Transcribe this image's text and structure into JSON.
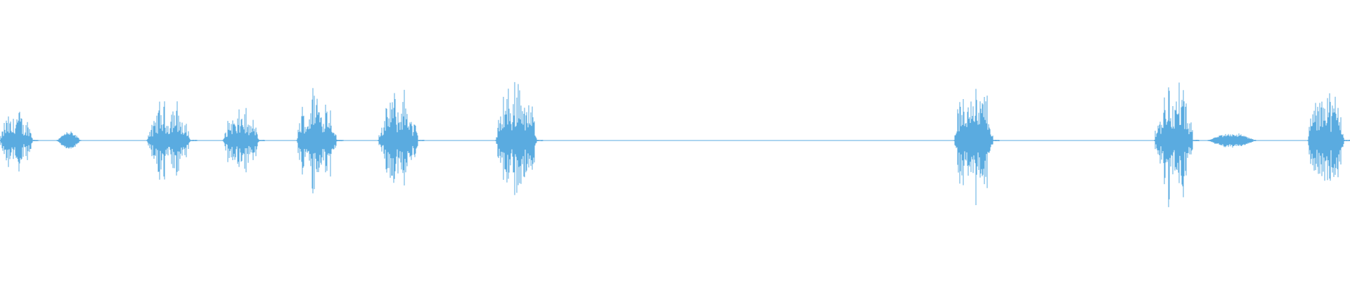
{
  "waveform": {
    "color": "#5aabe0",
    "background": "#ffffff",
    "amplitude_scale": 1.0,
    "total_duration": 1.0,
    "events": [
      {
        "start": 0.0,
        "end": 0.028,
        "amplitude": 0.48,
        "type": "speech"
      },
      {
        "start": 0.042,
        "end": 0.06,
        "amplitude": 0.12,
        "type": "hum"
      },
      {
        "start": 0.109,
        "end": 0.146,
        "amplitude": 0.62,
        "type": "speech"
      },
      {
        "start": 0.165,
        "end": 0.196,
        "amplitude": 0.5,
        "type": "speech"
      },
      {
        "start": 0.22,
        "end": 0.254,
        "amplitude": 0.84,
        "type": "speech"
      },
      {
        "start": 0.28,
        "end": 0.314,
        "amplitude": 0.78,
        "type": "speech"
      },
      {
        "start": 0.367,
        "end": 0.402,
        "amplitude": 1.0,
        "type": "speech"
      },
      {
        "start": 0.707,
        "end": 0.74,
        "amplitude": 1.0,
        "type": "speech"
      },
      {
        "start": 0.855,
        "end": 0.888,
        "amplitude": 0.95,
        "type": "speech"
      },
      {
        "start": 0.895,
        "end": 0.93,
        "amplitude": 0.1,
        "type": "hum"
      },
      {
        "start": 0.969,
        "end": 1.0,
        "amplitude": 0.95,
        "type": "speech"
      }
    ]
  }
}
